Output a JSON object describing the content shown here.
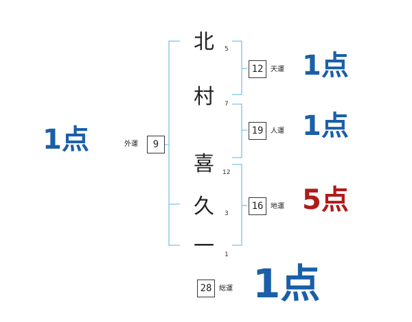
{
  "colors": {
    "bracket": "#8fcbe8",
    "good": "#1a5fa8",
    "bad": "#b01a1a"
  },
  "name": {
    "chars": [
      {
        "char": "北",
        "strokes": "5"
      },
      {
        "char": "村",
        "strokes": "7"
      },
      {
        "char": "喜",
        "strokes": "12"
      },
      {
        "char": "久",
        "strokes": "3"
      },
      {
        "char": "一",
        "strokes": "1"
      }
    ]
  },
  "fortunes": {
    "ten": {
      "label": "天運",
      "value": "12",
      "score": "1点"
    },
    "jin": {
      "label": "人運",
      "value": "19",
      "score": "1点"
    },
    "chi": {
      "label": "地運",
      "value": "16",
      "score": "5点"
    },
    "gai": {
      "label": "外運",
      "value": "9",
      "score": "1点"
    },
    "total": {
      "label": "総運",
      "value": "28",
      "score": "1点"
    }
  }
}
